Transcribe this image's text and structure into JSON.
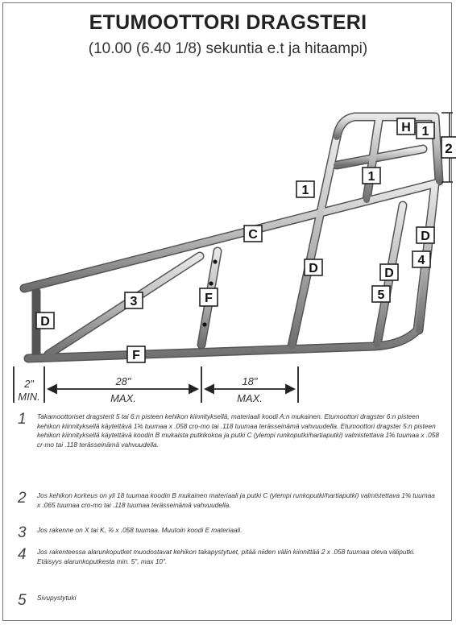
{
  "header": {
    "title": "ETUMOOTTORI DRAGSTERI",
    "subtitle": "(10.00 (6.40 1/8) sekuntia e.t ja hitaampi)"
  },
  "diagram": {
    "labels": {
      "h": "H",
      "n1_top": "1",
      "two": "2",
      "n1_mid": "1",
      "n1_left": "1",
      "c": "C",
      "d_right": "D",
      "four": "4",
      "d_mid": "D",
      "d_mid2": "D",
      "five": "5",
      "three": "3",
      "f_vert": "F",
      "d_left": "D",
      "f_bottom": "F"
    },
    "dimensions": {
      "min_2": "2\"",
      "min_label": "MIN.",
      "max_28": "28\"",
      "max_28_label": "MAX.",
      "max_18": "18\"",
      "max_18_label": "MAX."
    }
  },
  "notes": [
    {
      "num": "1",
      "text": "Takamoottoriset dragsterit 5 tai 6:n pisteen kehikon kiinnityksellä, materiaali koodi A:n mukainen. Etumoottori dragster 6:n pisteen kehikon kiinnityksellä käytettävä 1⅝ tuumaa x .058 cro-mo tai .118 tuumaa terässeinämä vahvuudella. Etumoottori dragster 5:n pisteen kehikon kiinnityksellä käytettävä koodin B mukaista putkikokoa ja putki C (ylempi runkoputki/hartiaputki) valmistettava 1⅝ tuumaa x .058 cr-mo tai .118 terässeinämä vahvuudella."
    },
    {
      "num": "2",
      "text": "Jos kehikon korkeus on yli 18 tuumaa koodin B mukainen materiaali ja putki C (ylempi runkoputki/hartiaputki) valmistettava 1⅝ tuumaa x .065 tuumaa cro-mo tai .118 tuumaa terässeinämä vahvuudella."
    },
    {
      "num": "3",
      "text": "Jos rakenne on X tai K, ¾ x .058 tuumaa. Muutoin koodi E materiaali."
    },
    {
      "num": "4",
      "text": "Jos rakenteessa alarunkoputket muodostavat kehikon takapystytuet, pitää niiden välin kiinnittää 2 x .058 tuumaa oleva väliputki. Etäisyys alarunkoputkesta min. 5\", max 10\"."
    },
    {
      "num": "5",
      "text": "Sivupystytuki"
    }
  ]
}
